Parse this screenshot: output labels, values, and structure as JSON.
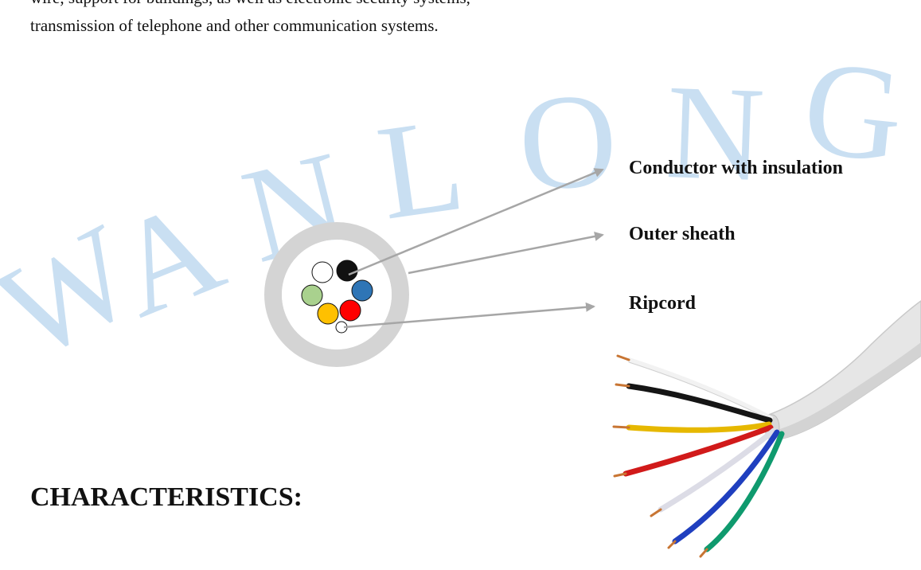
{
  "intro": {
    "line1": "wire, support for buildings, as well as electronic security systems,",
    "line2": "transmission of telephone and other communication systems."
  },
  "watermark": {
    "text": "WANLONG",
    "color": "#c9dff2"
  },
  "diagram": {
    "labels": {
      "conductor": "Conductor with insulation",
      "sheath": "Outer sheath",
      "ripcord": "Ripcord"
    },
    "sheath_color": "#d4d4d4",
    "arrow_color": "#a6a6a6",
    "conductor_colors": [
      "white",
      "black",
      "blue",
      "green",
      "yellow",
      "red"
    ],
    "conductor_hex": [
      "#ffffff",
      "#111111",
      "#2e75b6",
      "#a9d18e",
      "#ffc000",
      "#ff0000"
    ]
  },
  "photo": {
    "description": "cable-photo",
    "jacket_color": "#e6e6e6",
    "wire_colors": [
      "#ffffff",
      "#111111",
      "#e6b800",
      "#d11a1a",
      "#dcdce6",
      "#1f3fbf",
      "#0f9a6e"
    ]
  },
  "section": {
    "heading": "CHARACTERISTICS:"
  }
}
